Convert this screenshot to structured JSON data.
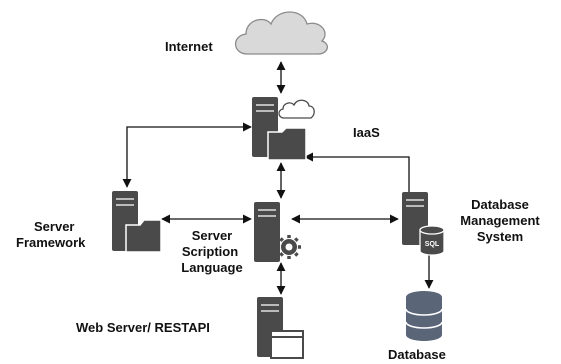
{
  "labels": {
    "internet": "Internet",
    "iaas": "IaaS",
    "server_framework_line1": "Server",
    "server_framework_line2": "Framework",
    "scripting_line1": "Server",
    "scripting_line2": "Scription",
    "scripting_line3": "Language",
    "dbms_line1": "Database",
    "dbms_line2": "Management",
    "dbms_line3": "System",
    "web_server": "Web Server/ RESTAPI",
    "database": "Database",
    "sql_badge": "SQL"
  },
  "icons": {
    "internet": "cloud-icon",
    "iaas": "server-with-cloud-and-folder-icon",
    "server_framework": "server-with-folder-icon",
    "scripting": "server-with-gear-icon",
    "dbms": "server-with-sql-database-icon",
    "web_server": "server-with-browser-window-icon",
    "database": "database-cylinder-icon"
  },
  "colors": {
    "server_body": "#4a4a4a",
    "cloud_fill": "#d9d9d9",
    "database_fill": "#5a6678",
    "line": "#111111"
  }
}
